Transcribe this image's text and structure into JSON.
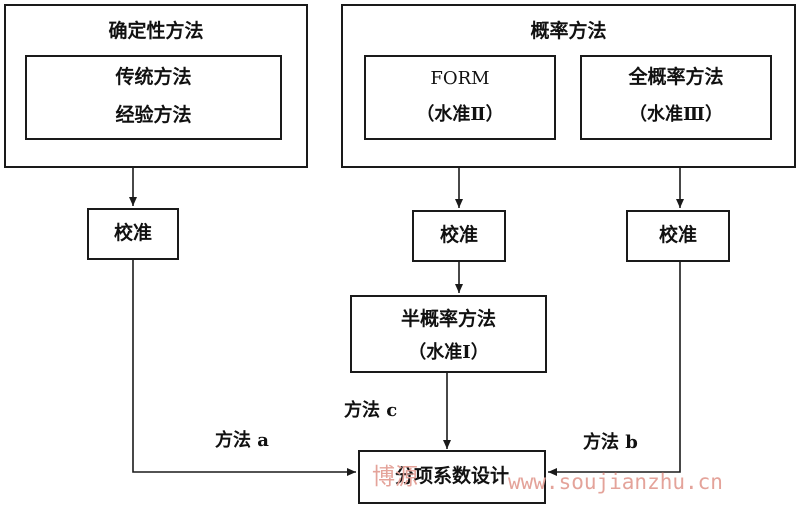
{
  "deterministic": {
    "title": "确定性方法",
    "inner_line1": "传统方法",
    "inner_line2": "经验方法"
  },
  "probabilistic": {
    "title": "概率方法",
    "form_line1": "FORM",
    "form_line2": "（水准Ⅱ）",
    "full_line1": "全概率方法",
    "full_line2": "（水准Ⅲ）"
  },
  "calibration": {
    "left": "校准",
    "middle": "校准",
    "right": "校准"
  },
  "semi": {
    "line1": "半概率方法",
    "line2": "（水准Ⅰ）"
  },
  "result": "分项系数设计",
  "paths": {
    "a": "方法 a",
    "b": "方法 b",
    "c": "方法 c"
  },
  "watermark": {
    "prefix": "博源",
    "url": "www.soujianzhu.cn"
  }
}
